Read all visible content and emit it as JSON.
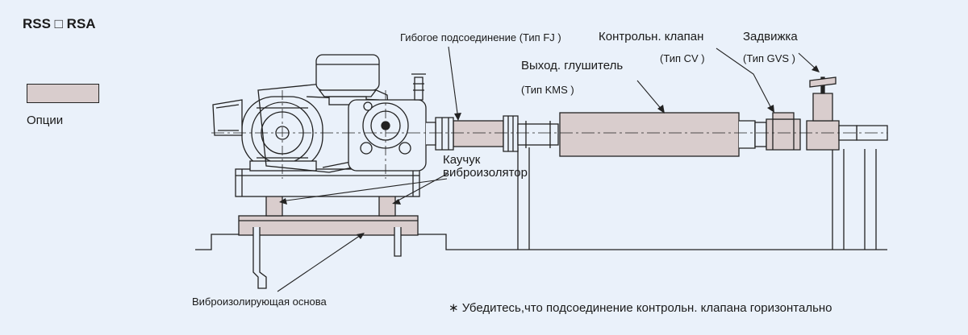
{
  "title": "RSS □ RSA",
  "legend": {
    "label": "Опции",
    "color": "#d9cdcd"
  },
  "labels": {
    "flex_conn": "Гибогое подсоединение (Тип FJ  )",
    "check_valve": "Контрольн. клапан",
    "check_valve_type": "(Тип CV  )",
    "gate_valve": "Задвижка",
    "gate_valve_type": "(Тип GVS  )",
    "muffler": "Выход. глушитель",
    "muffler_type": "(Тип KMS  )",
    "rubber_1": "Каучук",
    "rubber_2": "виброизолятор",
    "base": "Виброизолирующая основа"
  },
  "note": "∗ Убедитесь,что подсоединение контрольн. клапана горизонтально"
}
